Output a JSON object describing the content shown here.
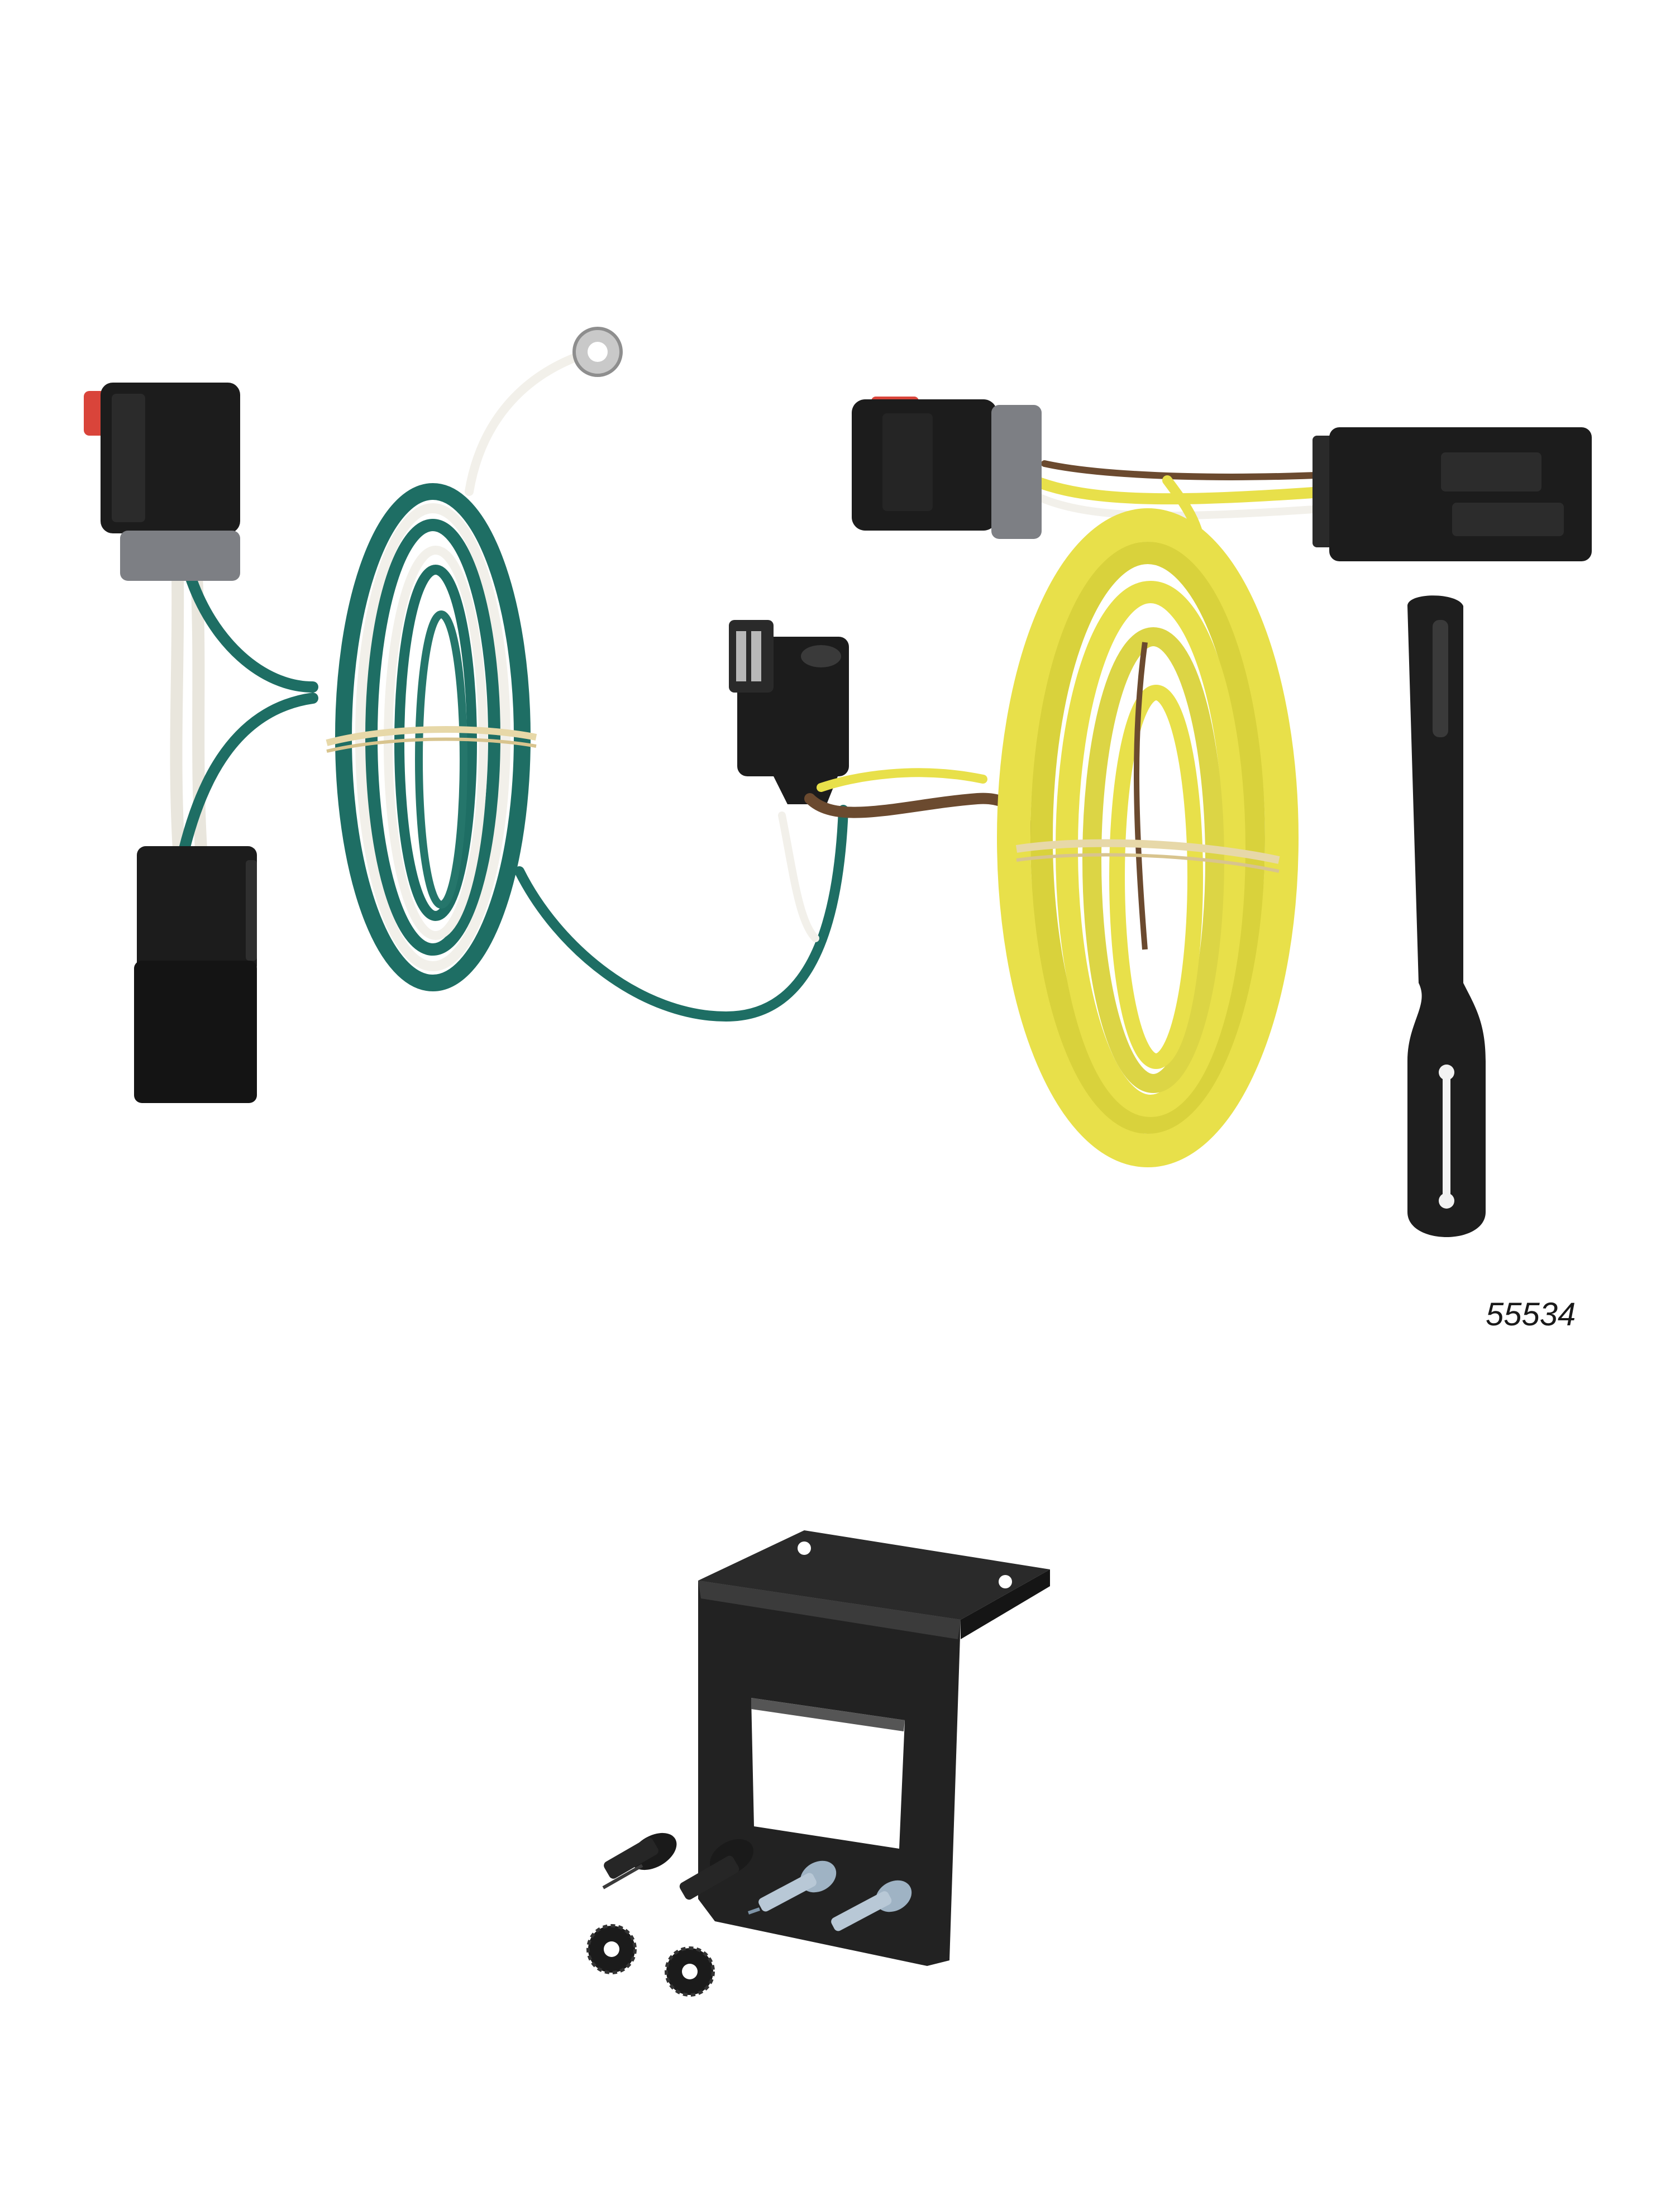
{
  "part_number": "55534",
  "colors": {
    "background": "#ffffff",
    "wire_green": "#1e6e64",
    "wire_white": "#f2f0ea",
    "wire_yellow": "#e8e04a",
    "wire_brown": "#6b4a2f",
    "connector_black": "#1c1c1c",
    "lock_tab_red": "#d9443a",
    "bracket_black": "#202020",
    "screw_zinc": "#9fb3c4"
  },
  "items": [
    "harness-with-green-white-loom",
    "harness-with-yellow-flat-loom",
    "black-mounting-strap",
    "connector-mounting-bracket",
    "hardware-bolts-nuts-screws"
  ]
}
